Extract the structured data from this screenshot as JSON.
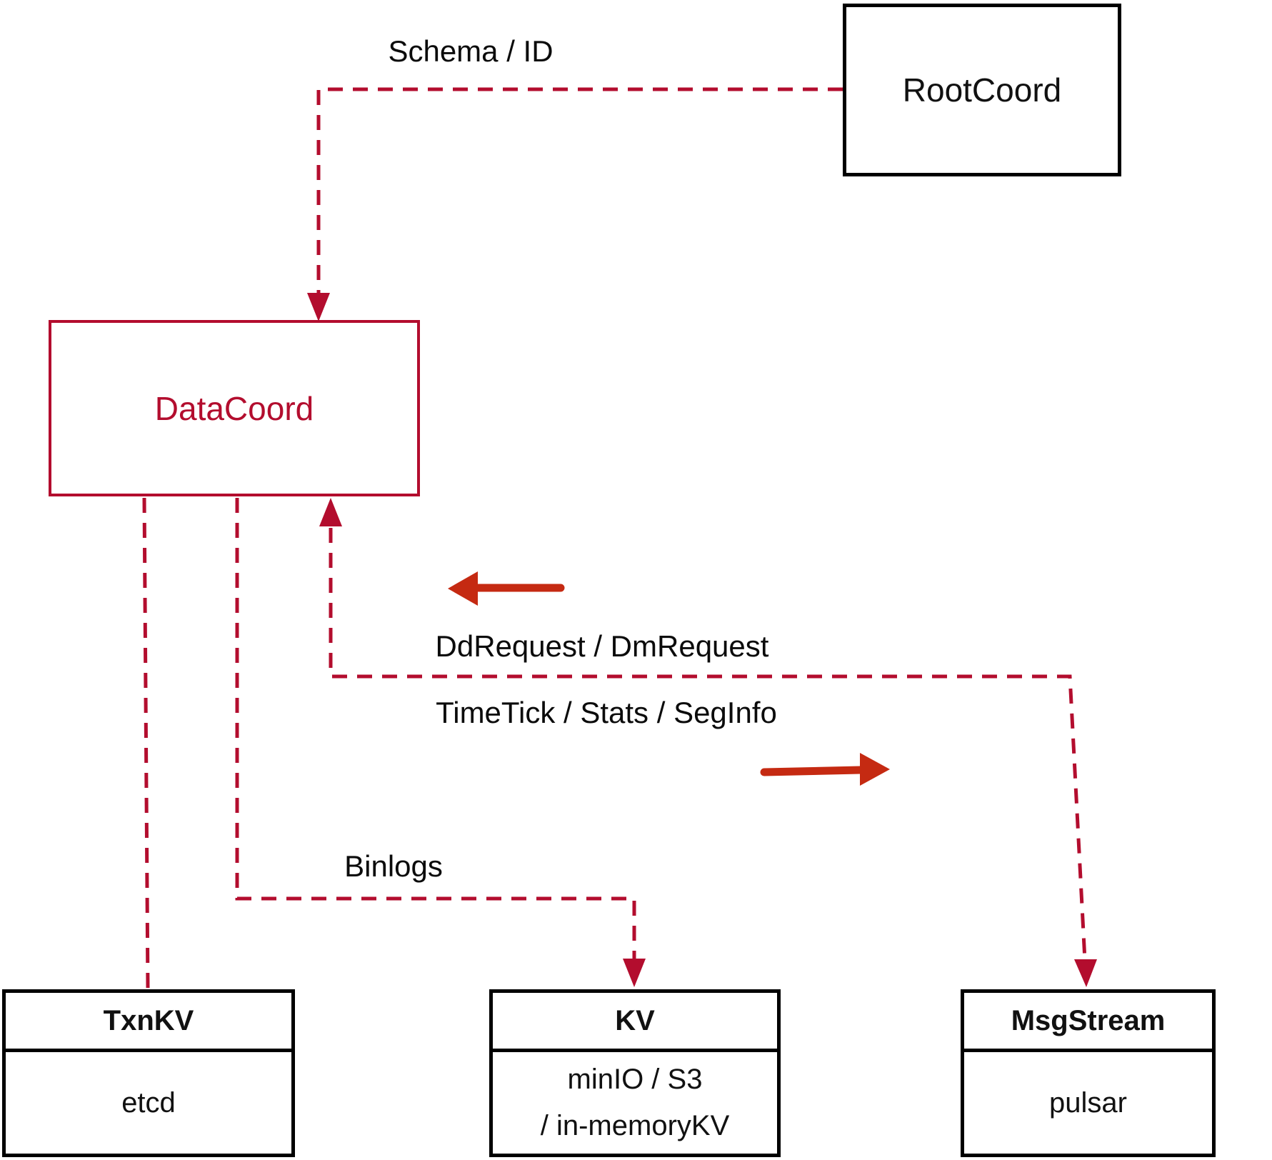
{
  "diagram": {
    "colors": {
      "connector": "#b30d2e",
      "arrow": "#c52a12",
      "box_border_black": "#000000",
      "datacoord_red": "#b30d2e",
      "text_black": "#0b0b0b",
      "background": "#ffffff"
    },
    "nodes": {
      "rootcoord": {
        "label": "RootCoord"
      },
      "datacoord": {
        "label": "DataCoord"
      },
      "txnkv": {
        "title": "TxnKV",
        "body": "etcd"
      },
      "kv": {
        "title": "KV",
        "body_line1": "minIO / S3",
        "body_line2": "/ in-memoryKV"
      },
      "msgstream": {
        "title": "MsgStream",
        "body": "pulsar"
      }
    },
    "edges": {
      "schema_id": {
        "label": "Schema / ID"
      },
      "dd_dm_request": {
        "label": "DdRequest / DmRequest"
      },
      "timetick_stats_seginfo": {
        "label": "TimeTick / Stats / SegInfo"
      },
      "binlogs": {
        "label": "Binlogs"
      }
    }
  }
}
